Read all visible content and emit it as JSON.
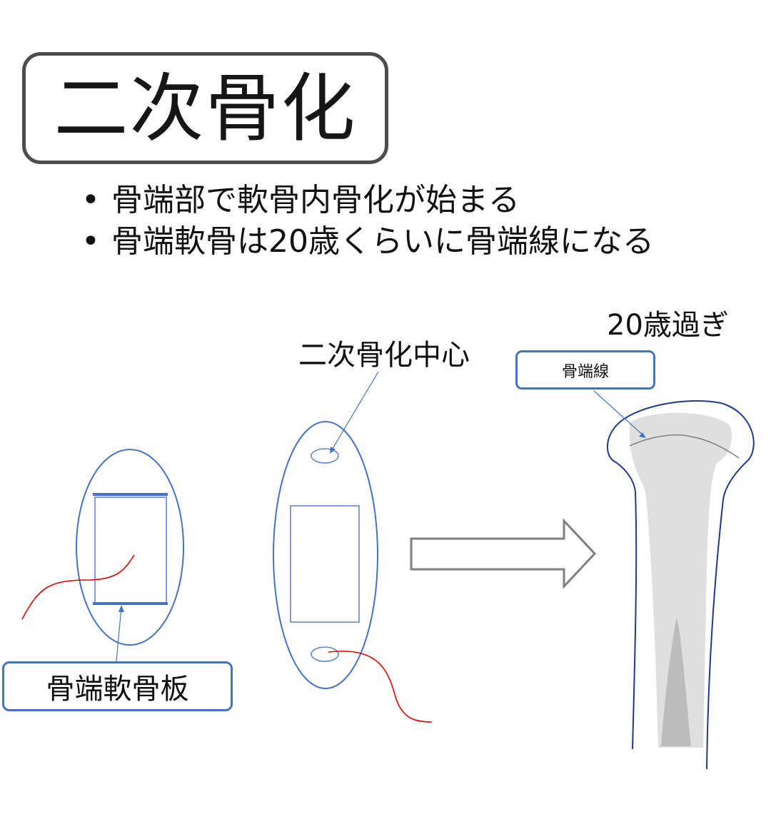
{
  "title": "二次骨化",
  "bullets": [
    "骨端部で軟骨内骨化が始まる",
    "骨端軟骨は20歳くらいに骨端線になる"
  ],
  "bullet_marker": "•",
  "labels": {
    "after_twenty": "20歳過ぎ",
    "secondary_center": "二次骨化中心",
    "epiphyseal_line": "骨端線",
    "epiphyseal_plate": "骨端軟骨板"
  },
  "colors": {
    "outline_blue": "#4472c4",
    "thin_blue": "#5b7fc7",
    "red_vessel": "#e00000",
    "arrow_gray": "#7f7f7f",
    "bone_fill_gray": "#d9d9d9",
    "dark_blue_outline": "#1f3a8a"
  }
}
